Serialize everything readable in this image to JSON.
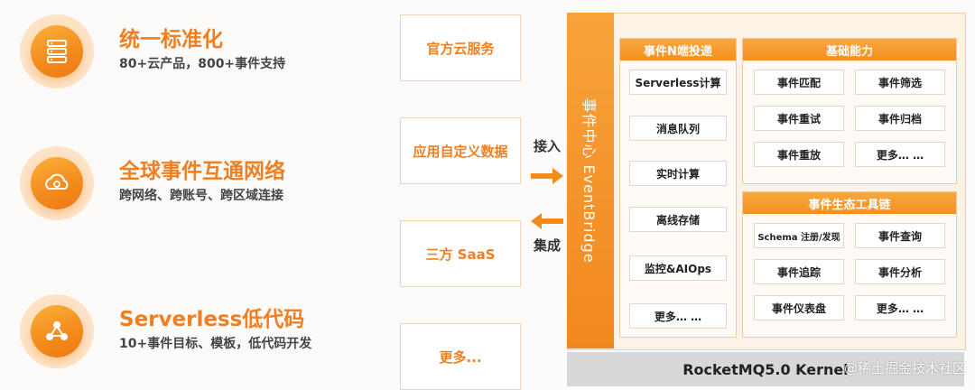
{
  "features": [
    {
      "title": "统一标准化",
      "subtitle": "80+云产品，800+事件支持",
      "icon": "server-stack-icon"
    },
    {
      "title": "全球事件互通网络",
      "subtitle": "跨网络、跨账号、跨区域连接",
      "icon": "cloud-network-icon"
    },
    {
      "title": "Serverless低代码",
      "subtitle": "10+事件目标、模板，低代码开发",
      "icon": "node-cluster-icon"
    }
  ],
  "sources": [
    "官方云服务",
    "应用自定义数据",
    "三方 SaaS",
    "更多..."
  ],
  "flow": {
    "ingest_label": "接入",
    "integrate_label": "集成"
  },
  "eventbridge": {
    "label": "事件中心 EventBridge"
  },
  "delivery": {
    "title": "事件N端投递",
    "items": [
      "Serverless计算",
      "消息队列",
      "实时计算",
      "离线存储",
      "监控&AIOps",
      "更多… …"
    ]
  },
  "capabilities": {
    "title": "基础能力",
    "items": [
      "事件匹配",
      "事件筛选",
      "事件重试",
      "事件归档",
      "事件重放",
      "更多… …"
    ]
  },
  "toolchain": {
    "title": "事件生态工具链",
    "items": [
      "Schema 注册/发现",
      "事件查询",
      "事件追踪",
      "事件分析",
      "事件仪表盘",
      "更多… …"
    ]
  },
  "kernel": {
    "label": "RocketMQ5.0 Kernel"
  },
  "watermark": "@稀土掘金技术社区",
  "colors": {
    "accent": "#ef7f22",
    "frame": "#fdf2e6",
    "kernel": "#d8d8d8"
  }
}
